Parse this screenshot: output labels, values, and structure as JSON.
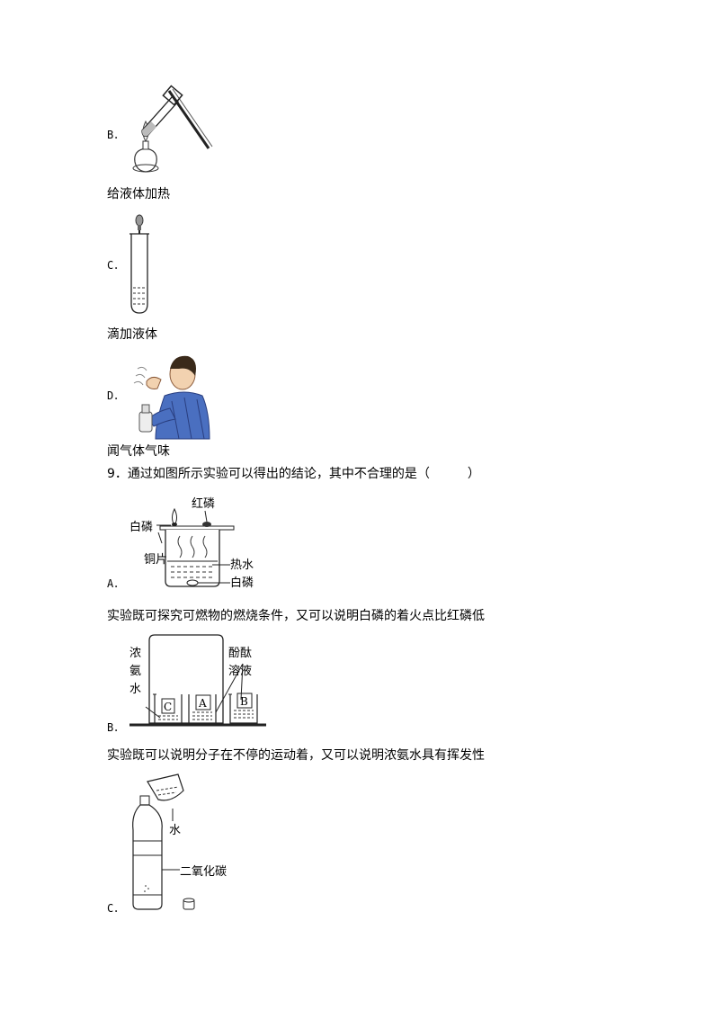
{
  "option_b": {
    "letter": "B．",
    "caption": "给液体加热"
  },
  "option_c": {
    "letter": "C．",
    "caption": "滴加液体"
  },
  "option_d": {
    "letter": "D．",
    "caption": "闻气体气味"
  },
  "question9": {
    "stem": "9．通过如图所示实验可以得出的结论，其中不合理的是（　　　）",
    "option_a": {
      "letter": "A．",
      "labels": {
        "red_phosphorus": "红磷",
        "white_phosphorus_top": "白磷",
        "copper_sheet": "铜片",
        "hot_water": "热水",
        "white_phosphorus_bottom": "白磷"
      },
      "statement": "实验既可探究可燃物的燃烧条件，又可以说明白磷的着火点比红磷低"
    },
    "option_b": {
      "letter": "B．",
      "labels": {
        "ammonia_1": "浓",
        "ammonia_2": "氨",
        "ammonia_3": "水",
        "phenol_1": "酚酞",
        "phenol_2": "溶液",
        "beaker_c": "C",
        "beaker_a": "A",
        "beaker_b": "B"
      },
      "statement": "实验既可以说明分子在不停的运动着，又可以说明浓氨水具有挥发性"
    },
    "option_c": {
      "letter": "C．",
      "labels": {
        "water": "水",
        "co2": "二氧化碳"
      }
    }
  }
}
